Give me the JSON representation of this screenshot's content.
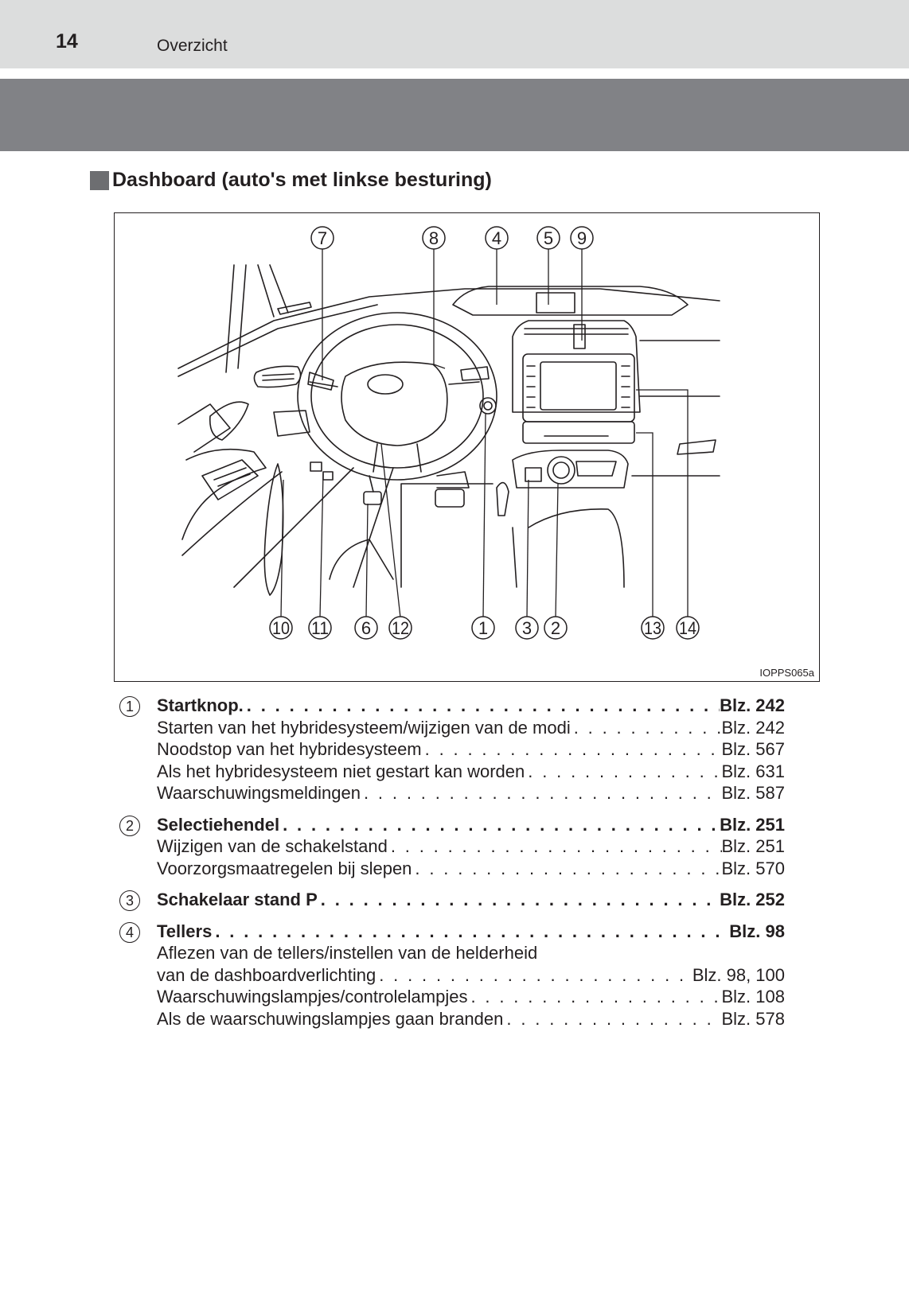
{
  "header": {
    "page_number": "14",
    "chapter_title": "Overzicht"
  },
  "section": {
    "heading": "Dashboard (auto's met linkse besturing)"
  },
  "figure": {
    "image_id": "IOPPS065a",
    "callouts_top": [
      "7",
      "8",
      "4",
      "5",
      "9"
    ],
    "callouts_bottom": [
      "10",
      "11",
      "6",
      "12",
      "1",
      "3",
      "2",
      "13",
      "14"
    ]
  },
  "legend": [
    {
      "number": "1",
      "title": "Startknop.",
      "ref": "Blz. 242",
      "subitems": [
        {
          "text": "Starten van het hybridesysteem/wijzigen van de modi",
          "ref": "Blz. 242"
        },
        {
          "text": "Noodstop van het hybridesysteem",
          "ref": "Blz. 567"
        },
        {
          "text": "Als het hybridesysteem niet gestart kan worden",
          "ref": "Blz. 631"
        },
        {
          "text": "Waarschuwingsmeldingen",
          "ref": "Blz. 587"
        }
      ]
    },
    {
      "number": "2",
      "title": "Selectiehendel",
      "ref": "Blz. 251",
      "subitems": [
        {
          "text": "Wijzigen van de schakelstand",
          "ref": "Blz. 251"
        },
        {
          "text": "Voorzorgsmaatregelen bij slepen",
          "ref": "Blz. 570"
        }
      ]
    },
    {
      "number": "3",
      "title": "Schakelaar stand P",
      "ref": "Blz. 252",
      "subitems": []
    },
    {
      "number": "4",
      "title": "Tellers",
      "ref": "Blz. 98",
      "subitems": [
        {
          "text": "Aflezen van de tellers/instellen van de helderheid",
          "ref": ""
        },
        {
          "text": "van de dashboardverlichting",
          "ref": "Blz. 98, 100"
        },
        {
          "text": "Waarschuwingslampjes/controlelampjes",
          "ref": "Blz. 108"
        },
        {
          "text": "Als de waarschuwingslampjes gaan branden",
          "ref": "Blz. 578"
        }
      ]
    }
  ]
}
